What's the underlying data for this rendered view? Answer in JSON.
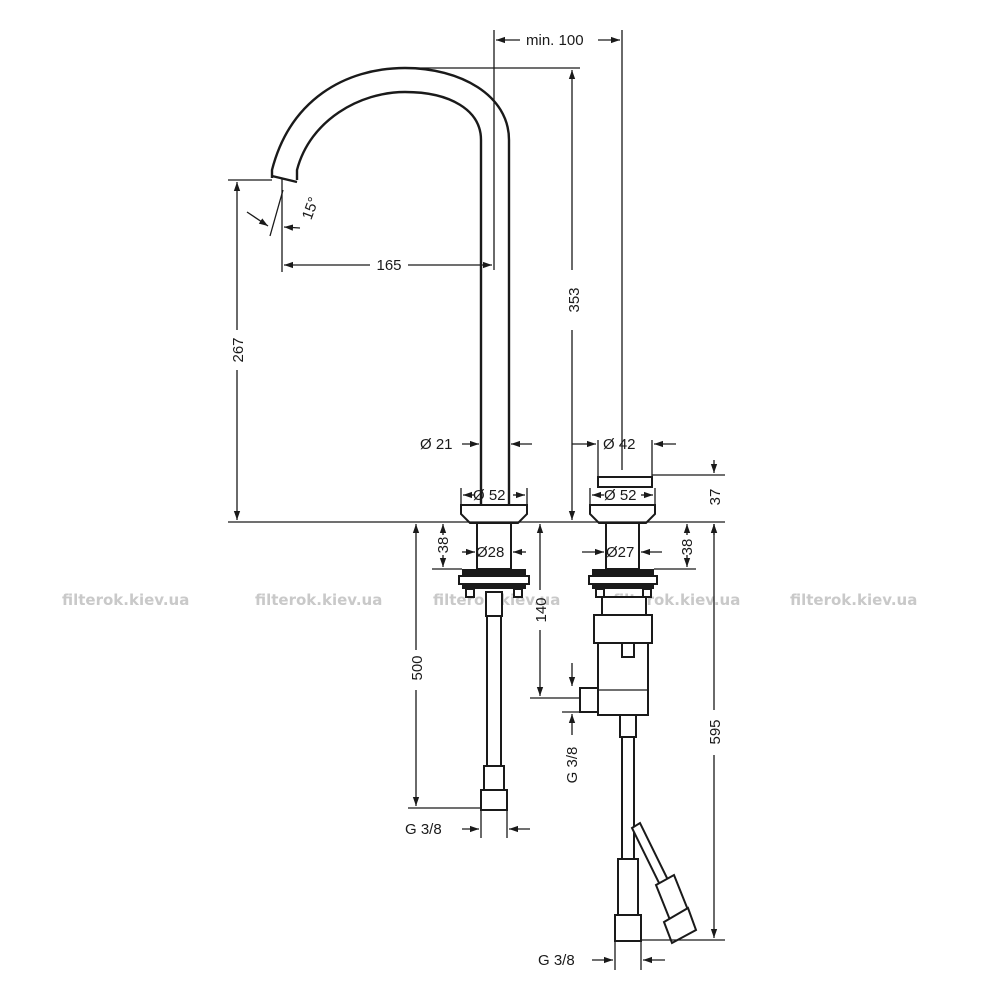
{
  "watermark": "filterok.kiev.ua",
  "dimensions": {
    "clearance": "min. 100",
    "spout_angle": "15°",
    "spout_reach": "165",
    "spout_height": "267",
    "total_spout_height": "353",
    "spout_tube_dia": "Ø 21",
    "handle_dia": "Ø 42",
    "spout_base_dia": "Ø 52",
    "handle_base_dia": "Ø 52",
    "handle_height": "37",
    "spout_shank_height": "38",
    "spout_shank_dia": "Ø28",
    "handle_shank_dia": "Ø27",
    "handle_shank_height": "38",
    "valve_depth": "140",
    "spout_hose_length": "500",
    "total_length": "595",
    "thread_side": "G 3/8",
    "thread_left": "G 3/8",
    "thread_bottom": "G 3/8"
  }
}
